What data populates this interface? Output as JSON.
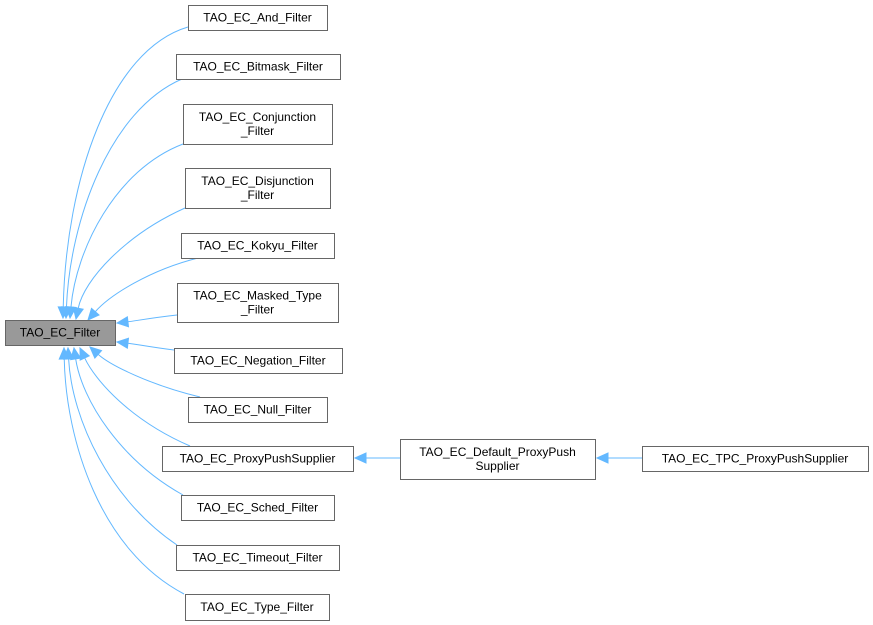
{
  "diagram": {
    "title": "Inheritance graph",
    "colors": {
      "edge": "#63b8ff",
      "current_node_fill": "#999999",
      "node_border": "#666666"
    },
    "nodes": [
      {
        "id": "filter",
        "lines": [
          "TAO_EC_Filter"
        ],
        "current": true
      },
      {
        "id": "and",
        "lines": [
          "TAO_EC_And_Filter"
        ]
      },
      {
        "id": "bitmask",
        "lines": [
          "TAO_EC_Bitmask_Filter"
        ]
      },
      {
        "id": "conjunction",
        "lines": [
          "TAO_EC_Conjunction",
          "_Filter"
        ]
      },
      {
        "id": "disjunction",
        "lines": [
          "TAO_EC_Disjunction",
          "_Filter"
        ]
      },
      {
        "id": "kokyu",
        "lines": [
          "TAO_EC_Kokyu_Filter"
        ]
      },
      {
        "id": "masked",
        "lines": [
          "TAO_EC_Masked_Type",
          "_Filter"
        ]
      },
      {
        "id": "negation",
        "lines": [
          "TAO_EC_Negation_Filter"
        ]
      },
      {
        "id": "null",
        "lines": [
          "TAO_EC_Null_Filter"
        ]
      },
      {
        "id": "pps",
        "lines": [
          "TAO_EC_ProxyPushSupplier"
        ]
      },
      {
        "id": "sched",
        "lines": [
          "TAO_EC_Sched_Filter"
        ]
      },
      {
        "id": "timeout",
        "lines": [
          "TAO_EC_Timeout_Filter"
        ]
      },
      {
        "id": "type",
        "lines": [
          "TAO_EC_Type_Filter"
        ]
      },
      {
        "id": "default_pps",
        "lines": [
          "TAO_EC_Default_ProxyPush",
          "Supplier"
        ]
      },
      {
        "id": "tpc_pps",
        "lines": [
          "TAO_EC_TPC_ProxyPushSupplier"
        ]
      }
    ],
    "edges": [
      {
        "from": "and",
        "to": "filter"
      },
      {
        "from": "bitmask",
        "to": "filter"
      },
      {
        "from": "conjunction",
        "to": "filter"
      },
      {
        "from": "disjunction",
        "to": "filter"
      },
      {
        "from": "kokyu",
        "to": "filter"
      },
      {
        "from": "masked",
        "to": "filter"
      },
      {
        "from": "negation",
        "to": "filter"
      },
      {
        "from": "null",
        "to": "filter"
      },
      {
        "from": "pps",
        "to": "filter"
      },
      {
        "from": "sched",
        "to": "filter"
      },
      {
        "from": "timeout",
        "to": "filter"
      },
      {
        "from": "type",
        "to": "filter"
      },
      {
        "from": "default_pps",
        "to": "pps"
      },
      {
        "from": "tpc_pps",
        "to": "default_pps"
      }
    ]
  }
}
